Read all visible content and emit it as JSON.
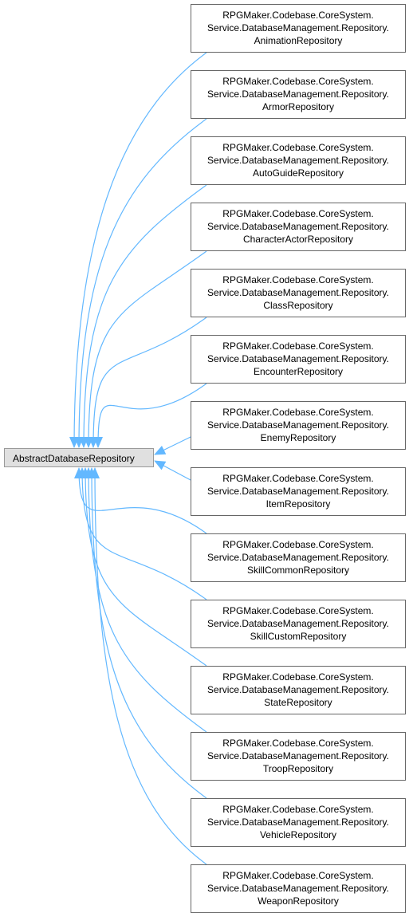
{
  "base": {
    "label": "AbstractDatabaseRepository"
  },
  "derived": [
    {
      "line1": "RPGMaker.Codebase.CoreSystem.",
      "line2": "Service.DatabaseManagement.Repository.",
      "line3": "AnimationRepository"
    },
    {
      "line1": "RPGMaker.Codebase.CoreSystem.",
      "line2": "Service.DatabaseManagement.Repository.",
      "line3": "ArmorRepository"
    },
    {
      "line1": "RPGMaker.Codebase.CoreSystem.",
      "line2": "Service.DatabaseManagement.Repository.",
      "line3": "AutoGuideRepository"
    },
    {
      "line1": "RPGMaker.Codebase.CoreSystem.",
      "line2": "Service.DatabaseManagement.Repository.",
      "line3": "CharacterActorRepository"
    },
    {
      "line1": "RPGMaker.Codebase.CoreSystem.",
      "line2": "Service.DatabaseManagement.Repository.",
      "line3": "ClassRepository"
    },
    {
      "line1": "RPGMaker.Codebase.CoreSystem.",
      "line2": "Service.DatabaseManagement.Repository.",
      "line3": "EncounterRepository"
    },
    {
      "line1": "RPGMaker.Codebase.CoreSystem.",
      "line2": "Service.DatabaseManagement.Repository.",
      "line3": "EnemyRepository"
    },
    {
      "line1": "RPGMaker.Codebase.CoreSystem.",
      "line2": "Service.DatabaseManagement.Repository.",
      "line3": "ItemRepository"
    },
    {
      "line1": "RPGMaker.Codebase.CoreSystem.",
      "line2": "Service.DatabaseManagement.Repository.",
      "line3": "SkillCommonRepository"
    },
    {
      "line1": "RPGMaker.Codebase.CoreSystem.",
      "line2": "Service.DatabaseManagement.Repository.",
      "line3": "SkillCustomRepository"
    },
    {
      "line1": "RPGMaker.Codebase.CoreSystem.",
      "line2": "Service.DatabaseManagement.Repository.",
      "line3": "StateRepository"
    },
    {
      "line1": "RPGMaker.Codebase.CoreSystem.",
      "line2": "Service.DatabaseManagement.Repository.",
      "line3": "TroopRepository"
    },
    {
      "line1": "RPGMaker.Codebase.CoreSystem.",
      "line2": "Service.DatabaseManagement.Repository.",
      "line3": "VehicleRepository"
    },
    {
      "line1": "RPGMaker.Codebase.CoreSystem.",
      "line2": "Service.DatabaseManagement.Repository.",
      "line3": "WeaponRepository"
    }
  ],
  "colors": {
    "edge": "#63b8ff",
    "node_border": "#666666",
    "base_fill": "#e0e0e0"
  }
}
